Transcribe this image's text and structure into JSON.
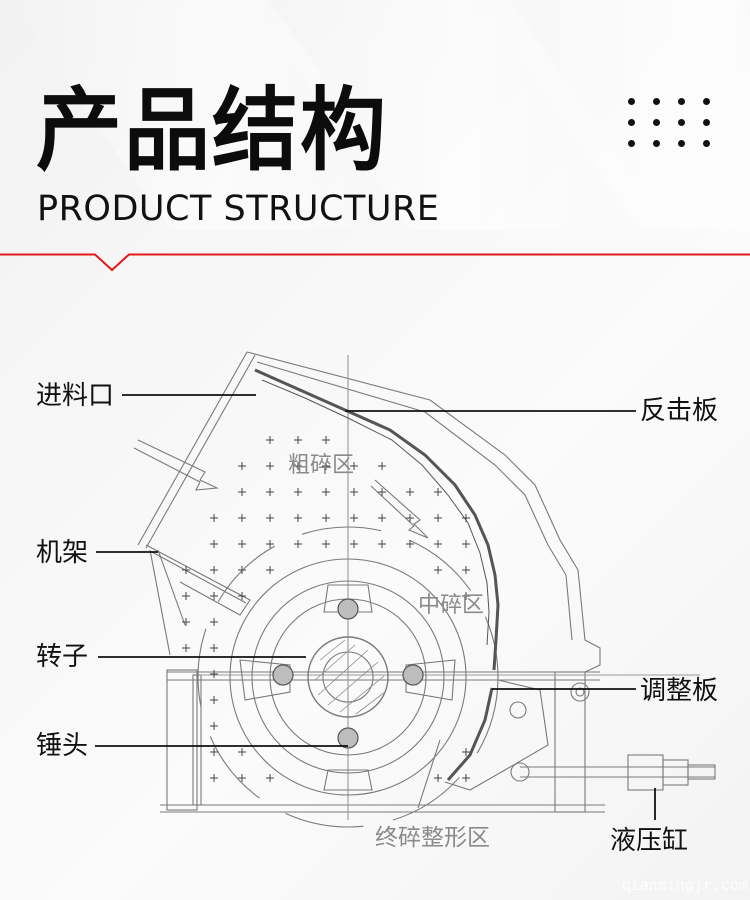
{
  "header": {
    "title_cn": "产品结构",
    "title_en": "PRODUCT STRUCTURE",
    "accent_color": "#e3191b",
    "menu_icon": "dot-grid-icon"
  },
  "diagram": {
    "description": "Cross-section drawing of an impact crusher",
    "callouts": [
      {
        "id": "feed-inlet",
        "label": "进料口"
      },
      {
        "id": "impact-plate",
        "label": "反击板"
      },
      {
        "id": "frame",
        "label": "机架"
      },
      {
        "id": "rotor",
        "label": "转子"
      },
      {
        "id": "adjusting-plate",
        "label": "调整板"
      },
      {
        "id": "hammer",
        "label": "锤头"
      },
      {
        "id": "hydraulic-cylinder",
        "label": "液压缸"
      }
    ],
    "zones": [
      {
        "id": "coarse-zone",
        "label": "粗碎区"
      },
      {
        "id": "medium-zone",
        "label": "中碎区"
      },
      {
        "id": "final-shaping-zone",
        "label": "终碎整形区"
      }
    ]
  },
  "watermark": "qianmingjr.com"
}
